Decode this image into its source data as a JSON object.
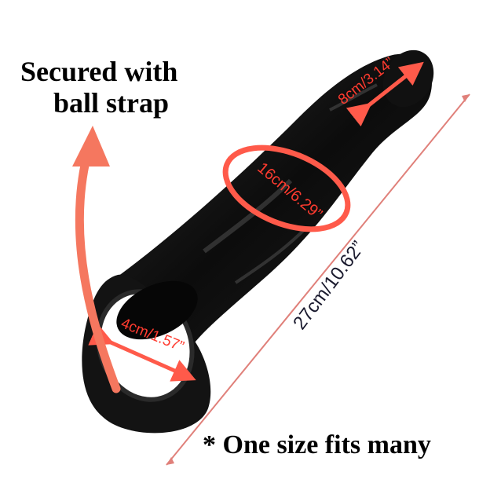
{
  "annotations": {
    "strap_caption_line1": "Secured with",
    "strap_caption_line2": "ball strap",
    "tip_width": "8cm/3.14”",
    "girth": "16cm/6.29”",
    "opening": "4cm/1.57”",
    "length": "27cm/10.62”",
    "size_note": "* One size fits many"
  },
  "colors": {
    "background": "#ffffff",
    "product": "#141414",
    "annotation": "#ff5a4a",
    "length_line": "#e0807a",
    "caption": "#000000",
    "length_label": "#1a1a2e"
  },
  "icons": {
    "arrow": "curved-arrow-icon"
  }
}
